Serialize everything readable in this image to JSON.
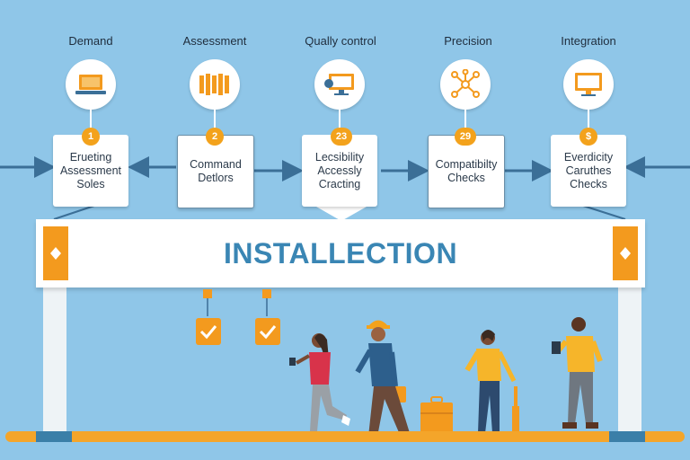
{
  "stages": [
    {
      "label": "Demand",
      "badge": "1",
      "card_lines": [
        "Erueting",
        "Assessment",
        "Soles"
      ],
      "icon": "laptop-icon"
    },
    {
      "label": "Assessment",
      "badge": "2",
      "card_lines": [
        "Command",
        "Detlors"
      ],
      "icon": "bars-icon"
    },
    {
      "label": "Qually control",
      "badge": "23",
      "card_lines": [
        "Lecsibility",
        "Accessly",
        "Cracting"
      ],
      "icon": "monitor-gear-icon"
    },
    {
      "label": "Precision",
      "badge": "29",
      "card_lines": [
        "Compatibilty",
        "Checks"
      ],
      "icon": "network-icon"
    },
    {
      "label": "Integration",
      "badge": "$",
      "card_lines": [
        "Everdicity",
        "Caruthes",
        "Checks"
      ],
      "icon": "monitor-icon"
    }
  ],
  "banner": {
    "title": "INSTALLECTION"
  },
  "colors": {
    "background": "#8fc6e8",
    "accent": "#f39a1e",
    "title": "#3a86b4",
    "arrow": "#3b6f97"
  }
}
